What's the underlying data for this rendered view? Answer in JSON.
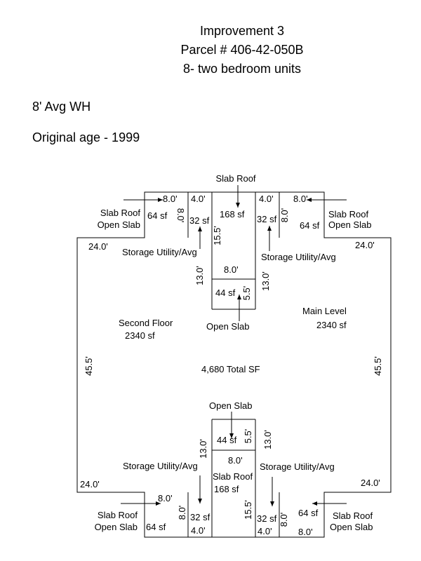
{
  "header": {
    "line1": "Improvement 3",
    "line2": "Parcel # 406-42-050B",
    "line3": "8- two bedroom units"
  },
  "notes": {
    "wall_height": "8' Avg WH",
    "original_age": "Original age - 1999"
  },
  "sketch": {
    "total": "4,680 Total SF",
    "left_area_name": "Second Floor",
    "left_area_sf": "2340 sf",
    "right_area_name": "Main Level",
    "right_area_sf": "2340 sf",
    "top": {
      "slab_roof": "Slab Roof",
      "center_sf": "168 sf",
      "left_patio_name1": "Slab Roof",
      "left_patio_name2": "Open Slab",
      "left_patio_sf": "64 sf",
      "right_patio_name1": "Slab Roof",
      "right_patio_name2": "Open Slab",
      "right_patio_sf": "64 sf",
      "left_storage_sf": "32 sf",
      "right_storage_sf": "32 sf",
      "left_storage_label": "Storage Utility/Avg",
      "right_storage_label": "Storage Utility/Avg",
      "open_slab": "Open Slab",
      "open_slab_sf": "44 sf"
    },
    "bottom": {
      "slab_roof": "Slab Roof",
      "center_sf": "168 sf",
      "left_patio_name1": "Slab Roof",
      "left_patio_name2": "Open Slab",
      "left_patio_sf": "64 sf",
      "right_patio_name1": "Slab Roof",
      "right_patio_name2": "Open Slab",
      "right_patio_sf": "64 sf",
      "left_storage_sf": "32 sf",
      "right_storage_sf": "32 sf",
      "left_storage_label": "Storage Utility/Avg",
      "right_storage_label": "Storage Utility/Avg",
      "open_slab": "Open Slab",
      "open_slab_sf": "44 sf"
    },
    "dims": {
      "d8": "8.0'",
      "d4": "4.0'",
      "d24": "24.0'",
      "d45": "45.5'",
      "d13": "13.0'",
      "d15": "15.5'",
      "d55": "5.5'"
    }
  }
}
